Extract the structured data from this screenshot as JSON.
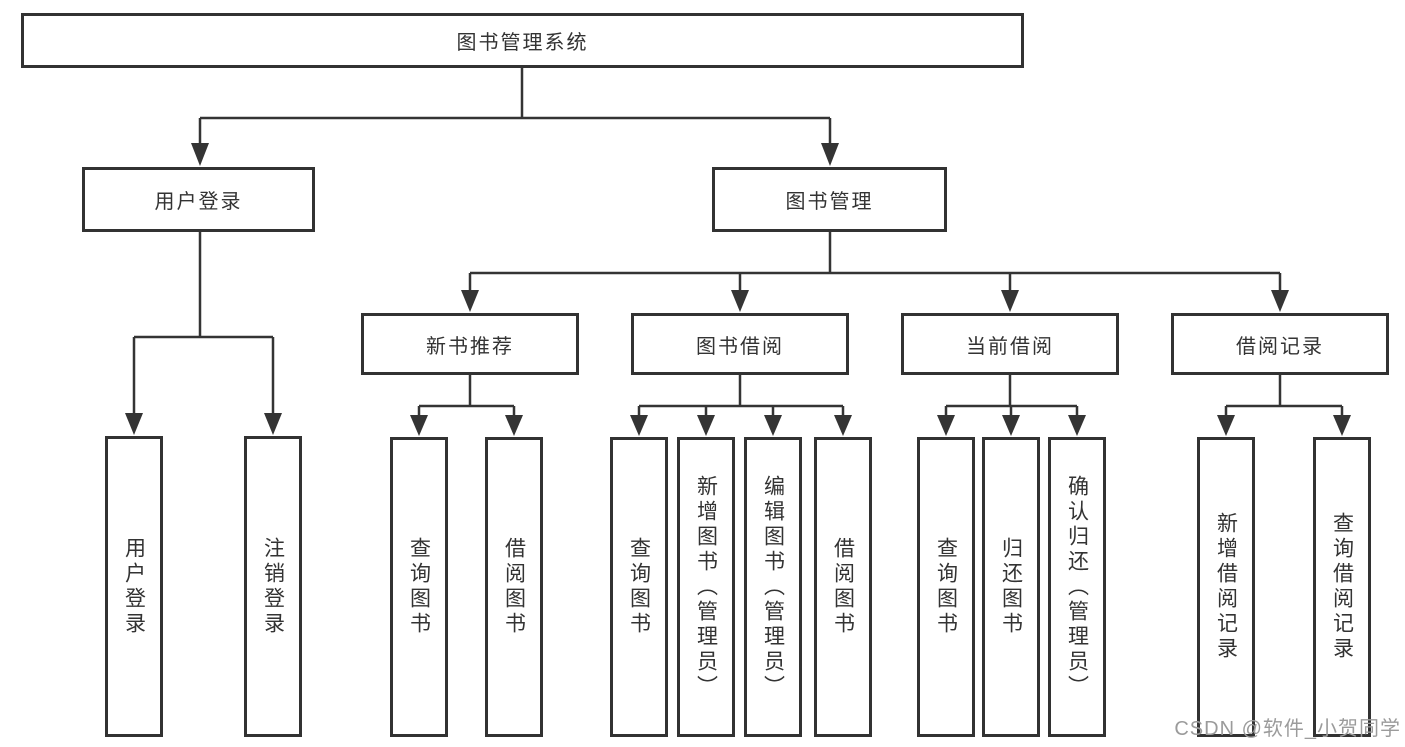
{
  "diagram": {
    "title": "图书管理系统",
    "branches": {
      "user_login": "用户登录",
      "book_mgmt": "图书管理"
    },
    "modules": {
      "new_books": "新书推荐",
      "borrow": "图书借阅",
      "current": "当前借阅",
      "records": "借阅记录"
    },
    "leaves": {
      "user_login": [
        "用户登录",
        "注销登录"
      ],
      "new_books": [
        "查询图书",
        "借阅图书"
      ],
      "borrow": [
        "查询图书",
        "新增图书（管理员）",
        "编辑图书（管理员）",
        "借阅图书"
      ],
      "current": [
        "查询图书",
        "归还图书",
        "确认归还（管理员）"
      ],
      "records": [
        "新增借阅记录",
        "查询借阅记录"
      ]
    }
  },
  "watermark": "CSDN @软件_小贺同学",
  "colors": {
    "line": "#343434",
    "box_border": "#323232",
    "text": "#333333",
    "watermark": "#9b9b9b",
    "background": "#ffffff"
  }
}
